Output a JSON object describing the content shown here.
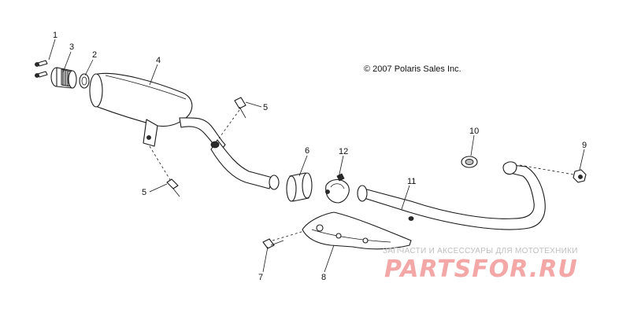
{
  "copyright": "© 2007 Polaris Sales Inc.",
  "callouts": [
    "1",
    "2",
    "3",
    "4",
    "5",
    "5",
    "6",
    "7",
    "8",
    "9",
    "10",
    "11",
    "12"
  ],
  "watermark": {
    "tagline": "ЗАПЧАСТИ И АКСЕССУАРЫ ДЛЯ МОТОТЕХНИКИ",
    "logo": "PARTSFOR.RU",
    "color": "#f08a8a"
  }
}
